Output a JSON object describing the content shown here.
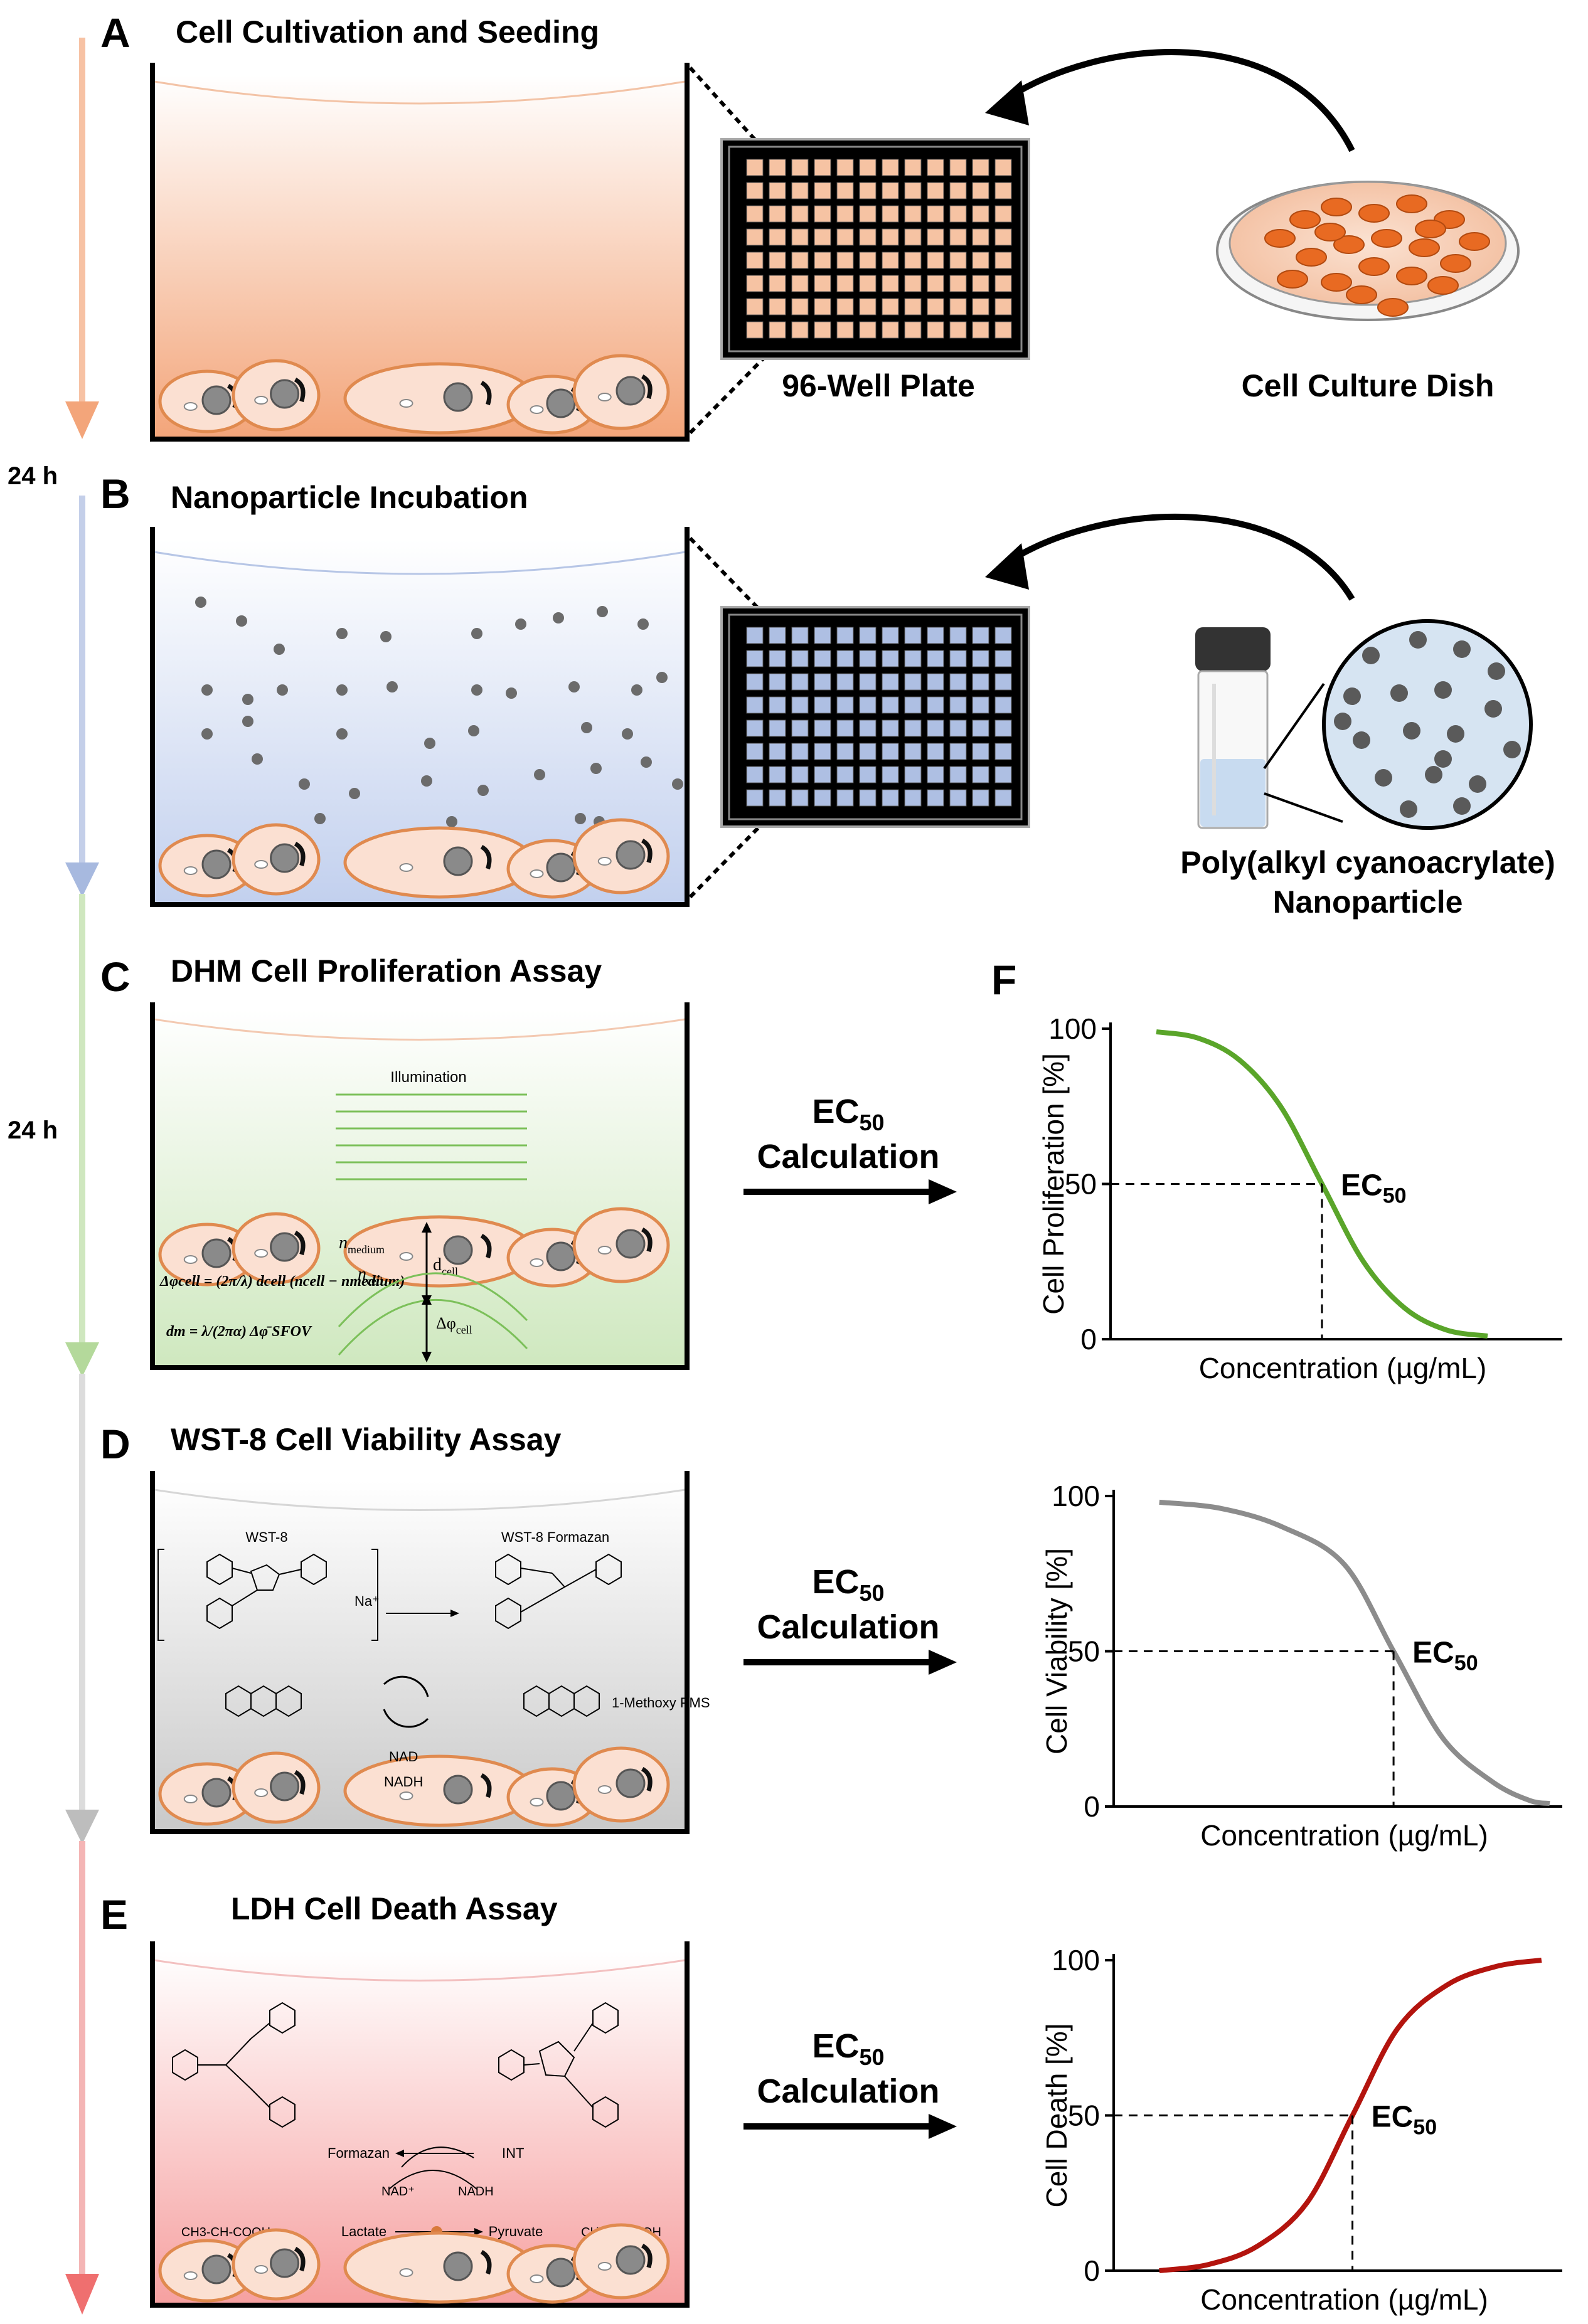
{
  "colors": {
    "orange": "#f3a57a",
    "orange_dark": "#d87a3c",
    "cell_fill": "#fbe0d2",
    "cell_edge": "#e08a4f",
    "blue": "#a7b9df",
    "green": "#b4d99b",
    "grey": "#bdbdbd",
    "red": "#f08080",
    "curve_green": "#5aa52a",
    "curve_grey": "#8c8c8c",
    "curve_red": "#b3140e"
  },
  "timeline": {
    "label_1": "24 h",
    "label_2": "24 h"
  },
  "panels": {
    "A": {
      "letter": "A",
      "title": "Cell Cultivation and Seeding",
      "plate_label": "96-Well Plate",
      "dish_label": "Cell Culture Dish"
    },
    "B": {
      "letter": "B",
      "title": "Nanoparticle Incubation",
      "vial_label_1": "Poly(alkyl cyanoacrylate)",
      "vial_label_2": "Nanoparticle"
    },
    "C": {
      "letter": "C",
      "title": "DHM Cell Proliferation Assay",
      "illumination": "Illumination",
      "n_medium": "n",
      "n_medium_sub": "medium",
      "n_cell": "n",
      "n_cell_sub": "cell",
      "d_cell": "d",
      "d_cell_sub": "cell",
      "dphi_cell": "Δφ",
      "dphi_cell_sub": "cell",
      "eq1": "Δφcell = (2π/λ) dcell (ncell − nmedium)",
      "eq2": "dm = λ/(2πα) Δφ̄ SFOV"
    },
    "D": {
      "letter": "D",
      "title": "WST-8 Cell Viability Assay",
      "wst8": "WST-8",
      "formazan": "WST-8 Formazan",
      "na": "Na⁺",
      "pms": "1-Methoxy PMS",
      "nad": "NAD",
      "nadh": "NADH"
    },
    "E": {
      "letter": "E",
      "title": "LDH Cell Death Assay",
      "formazan": "Formazan",
      "int": "INT",
      "nad_plus": "NAD⁺",
      "nadh": "NADH",
      "lactate": "Lactate",
      "pyruvate": "Pyruvate",
      "lactate_formula": "CH3-CH-COOH",
      "pyruvate_formula": "CH3-C-COOH"
    },
    "F": {
      "letter": "F"
    }
  },
  "ec50_calc": {
    "line1": "EC",
    "sub": "50",
    "line2": "Calculation"
  },
  "chart_data": [
    {
      "type": "line",
      "title": "",
      "xlabel": "Concentration (µg/mL)",
      "ylabel": "Cell Proliferation [%]",
      "ylim": [
        0,
        100
      ],
      "yticks": [
        "0",
        "50",
        "100"
      ],
      "series": [
        {
          "values": [
            99,
            97,
            90,
            75,
            50,
            25,
            10,
            3,
            1
          ]
        }
      ],
      "x": [
        0.05,
        0.15,
        0.25,
        0.35,
        0.45,
        0.55,
        0.65,
        0.75,
        0.85
      ],
      "annotation": "EC",
      "annotation_sub": "50",
      "color": "#5aa52a"
    },
    {
      "type": "line",
      "title": "",
      "xlabel": "Concentration (µg/mL)",
      "ylabel": "Cell Viability [%]",
      "ylim": [
        0,
        100
      ],
      "yticks": [
        "0",
        "50",
        "100"
      ],
      "series": [
        {
          "values": [
            98,
            96,
            90,
            78,
            50,
            22,
            8,
            2,
            1
          ]
        }
      ],
      "x": [
        0.05,
        0.2,
        0.35,
        0.5,
        0.62,
        0.74,
        0.86,
        0.95,
        1.0
      ],
      "annotation": "EC",
      "annotation_sub": "50",
      "color": "#8c8c8c"
    },
    {
      "type": "line",
      "title": "",
      "xlabel": "Concentration (µg/mL)",
      "ylabel": "Cell Death [%]",
      "ylim": [
        0,
        100
      ],
      "yticks": [
        "0",
        "50",
        "100"
      ],
      "series": [
        {
          "values": [
            0,
            2,
            8,
            22,
            50,
            78,
            92,
            98,
            100
          ]
        }
      ],
      "x": [
        0.05,
        0.17,
        0.29,
        0.41,
        0.52,
        0.63,
        0.75,
        0.87,
        0.98
      ],
      "annotation": "EC",
      "annotation_sub": "50",
      "color": "#b3140e"
    }
  ]
}
